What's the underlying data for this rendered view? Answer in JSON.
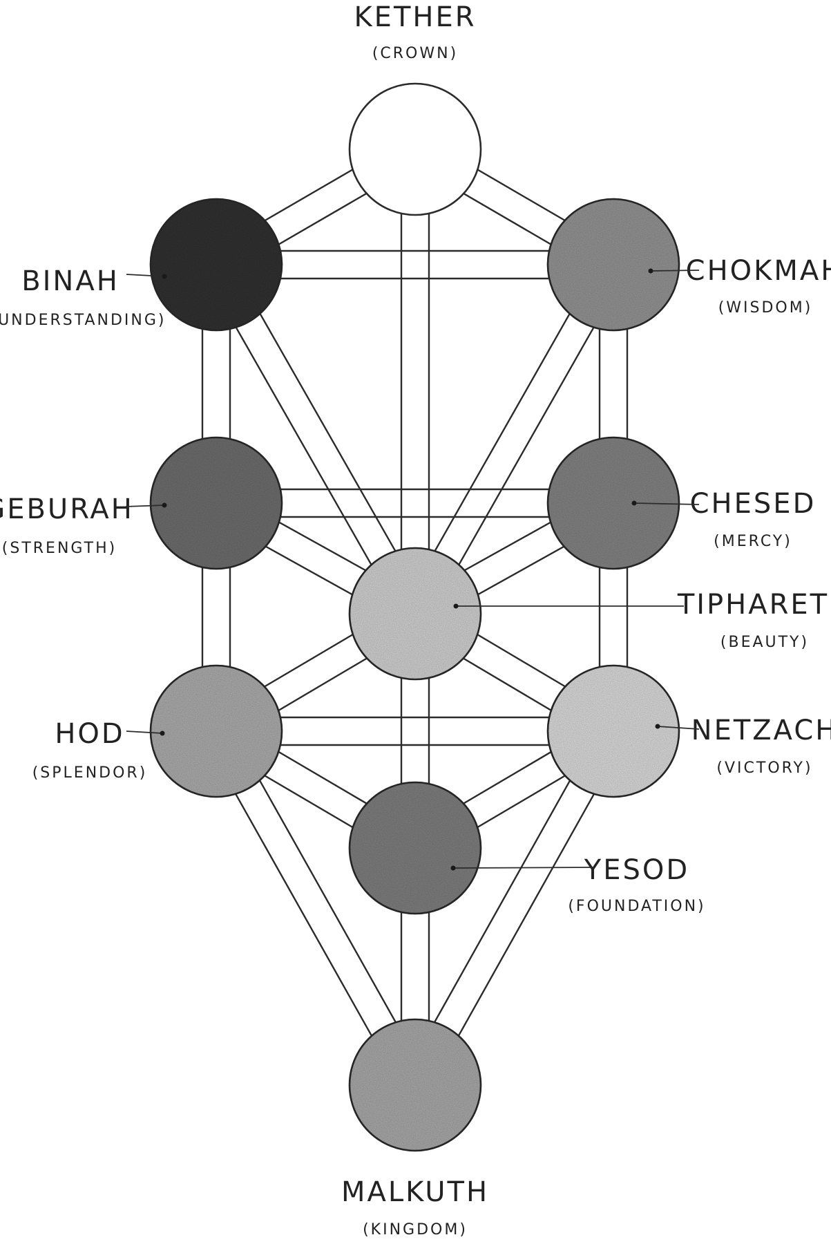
{
  "sephiroth": [
    {
      "key": "kether",
      "name": "KETHER",
      "meaning": "(CROWN)",
      "fill": "#ffffff"
    },
    {
      "key": "chokmah",
      "name": "CHOKMAH",
      "meaning": "(WISDOM)",
      "fill": "#8f8f8f"
    },
    {
      "key": "binah",
      "name": "BINAH",
      "meaning": "(UNDERSTANDING)",
      "fill": "#333333"
    },
    {
      "key": "chesed",
      "name": "CHESED",
      "meaning": "(MERCY)",
      "fill": "#7f7f7f"
    },
    {
      "key": "geburah",
      "name": "GEBURAH",
      "meaning": "(STRENGTH)",
      "fill": "#6b6b6b"
    },
    {
      "key": "tiphareth",
      "name": "TIPHARETH",
      "meaning": "(BEAUTY)",
      "fill": "#c9c9c9"
    },
    {
      "key": "netzach",
      "name": "NETZACH",
      "meaning": "(VICTORY)",
      "fill": "#d2d2d2"
    },
    {
      "key": "hod",
      "name": "HOD",
      "meaning": "(SPLENDOR)",
      "fill": "#a6a6a6"
    },
    {
      "key": "yesod",
      "name": "YESOD",
      "meaning": "(FOUNDATION)",
      "fill": "#7a7a7a"
    },
    {
      "key": "malkuth",
      "name": "MALKUTH",
      "meaning": "(KINGDOM)",
      "fill": "#a3a3a3"
    }
  ],
  "paths": [
    [
      "kether",
      "chokmah"
    ],
    [
      "kether",
      "binah"
    ],
    [
      "kether",
      "tiphareth"
    ],
    [
      "chokmah",
      "binah"
    ],
    [
      "chokmah",
      "tiphareth"
    ],
    [
      "chokmah",
      "chesed"
    ],
    [
      "binah",
      "tiphareth"
    ],
    [
      "binah",
      "geburah"
    ],
    [
      "chesed",
      "geburah"
    ],
    [
      "chesed",
      "tiphareth"
    ],
    [
      "chesed",
      "netzach"
    ],
    [
      "geburah",
      "tiphareth"
    ],
    [
      "geburah",
      "hod"
    ],
    [
      "tiphareth",
      "netzach"
    ],
    [
      "tiphareth",
      "hod"
    ],
    [
      "tiphareth",
      "yesod"
    ],
    [
      "netzach",
      "hod"
    ],
    [
      "netzach",
      "yesod"
    ],
    [
      "netzach",
      "malkuth"
    ],
    [
      "hod",
      "yesod"
    ],
    [
      "hod",
      "malkuth"
    ],
    [
      "yesod",
      "malkuth"
    ]
  ]
}
